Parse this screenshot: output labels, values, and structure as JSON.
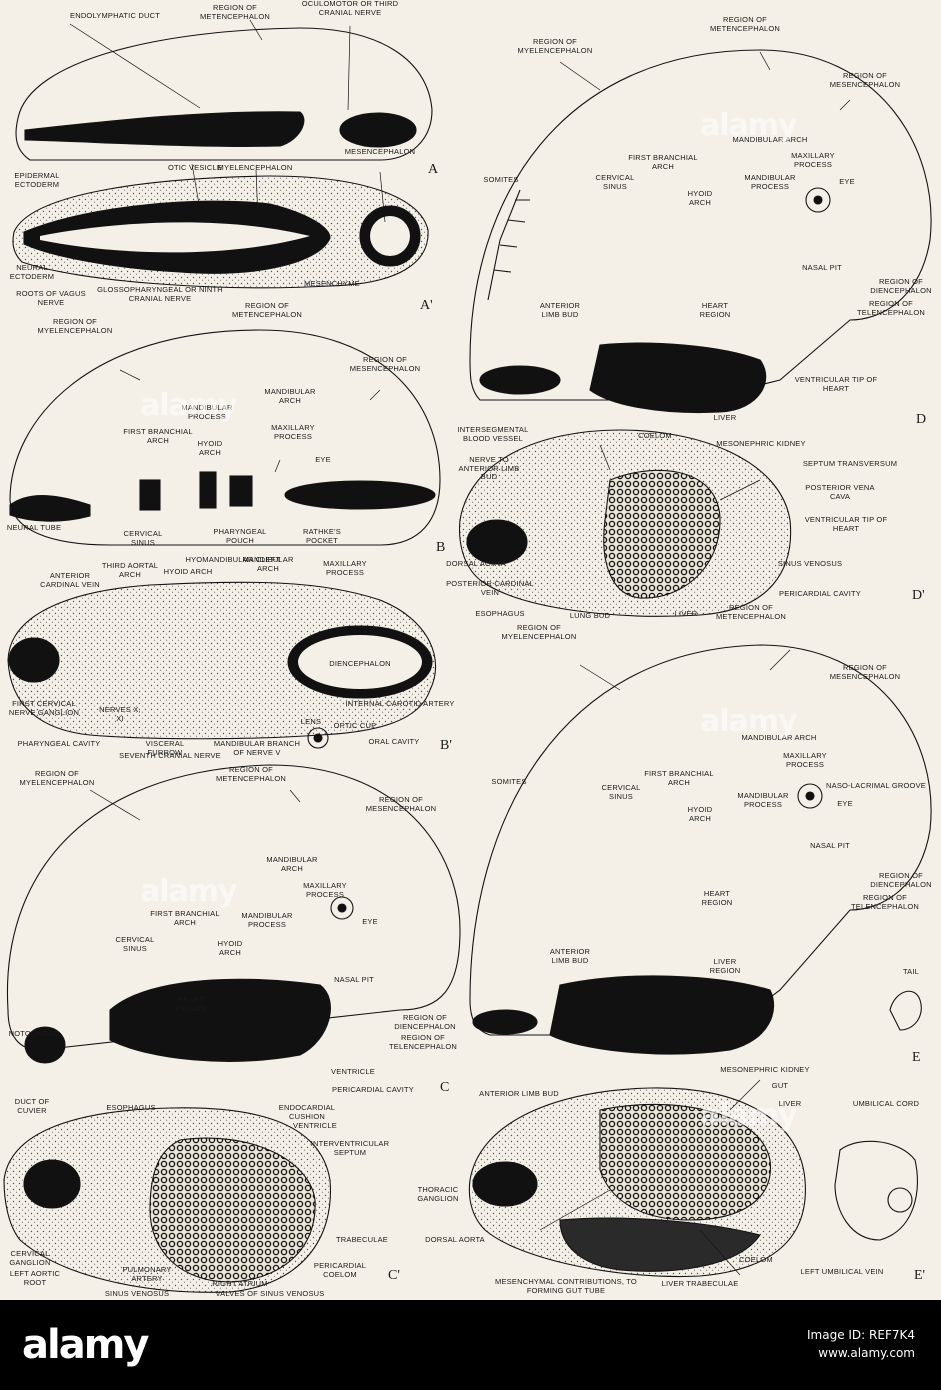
{
  "panels": {
    "A": "A",
    "A_prime": "A'",
    "B": "B",
    "B_prime": "B'",
    "C": "C",
    "C_prime": "C'",
    "D": "D",
    "D_prime": "D'",
    "E": "E",
    "E_prime": "E'"
  },
  "labels": {
    "a_endolymphatic_duct": "ENDOLYMPHATIC DUCT",
    "a_region_metencephalon": "REGION OF METENCEPHALON",
    "a_oculomotor": "OCULOMOTOR OR THIRD CRANIAL NERVE",
    "a_myelencephalon": "MYELENCEPHALON",
    "a_mesencephalon": "MESENCEPHALON",
    "ap_otic_vesicle": "OTIC VESICLE",
    "ap_epidermal_ectoderm": "EPIDERMAL ECTODERM",
    "ap_neural_ectoderm": "NEURAL ECTODERM",
    "ap_roots_vagus": "ROOTS OF VAGUS NERVE",
    "ap_glossopharyngeal": "GLOSSOPHARYNGEAL OR NINTH CRANIAL NERVE",
    "ap_mesenchyme": "MESENCHYME",
    "ap_region_metencephalon": "REGION OF METENCEPHALON",
    "b_region_myelencephalon": "REGION OF MYELENCEPHALON",
    "b_region_mesencephalon": "REGION OF MESENCEPHALON",
    "b_mandibular_arch": "MANDIBULAR ARCH",
    "b_mandibular_process": "MANDIBULAR PROCESS",
    "b_maxillary_process": "MAXILLARY PROCESS",
    "b_first_branchial": "FIRST BRANCHIAL ARCH",
    "b_hyoid_arch": "HYOID ARCH",
    "b_eye": "EYE",
    "b_neural_tube": "NEURAL TUBE",
    "b_cervical_sinus": "CERVICAL SINUS",
    "b_pharyngeal_pouch": "PHARYNGEAL POUCH",
    "b_rathkes_pocket": "RATHKE'S POCKET",
    "bp_hyomandibular": "HYOMANDIBULAR CLEFT",
    "bp_third_aortal": "THIRD AORTAL ARCH",
    "bp_hyoid_arch": "HYOID ARCH",
    "bp_mandibular_arch": "MANDIBULAR ARCH",
    "bp_maxillary_process": "MAXILLARY PROCESS",
    "bp_anterior_cardinal": "ANTERIOR CARDINAL VEIN",
    "bp_diencephalon": "DIENCEPHALON",
    "bp_first_cervical": "FIRST CERVICAL NERVE GANGLION",
    "bp_nerves": "NERVES X, XI",
    "bp_internal_carotid": "INTERNAL CAROTID ARTERY",
    "bp_optic_cup": "OPTIC CUP",
    "bp_lens": "LENS",
    "bp_oral_cavity": "ORAL CAVITY",
    "bp_visceral_furrow": "VISCERAL FURROW",
    "bp_mandibular_branch": "MANDIBULAR BRANCH OF NERVE V",
    "bp_pharyngeal_cavity": "PHARYNGEAL CAVITY",
    "bp_seventh_cranial": "SEVENTH CRANIAL NERVE",
    "c_region_myelencephalon": "REGION OF MYELENCEPHALON",
    "c_region_metencephalon": "REGION OF METENCEPHALON",
    "c_region_mesencephalon": "REGION OF MESENCEPHALON",
    "c_mandibular_arch": "MANDIBULAR ARCH",
    "c_maxillary_process": "MAXILLARY PROCESS",
    "c_first_branchial": "FIRST BRANCHIAL ARCH",
    "c_mandibular_process": "MANDIBULAR PROCESS",
    "c_eye": "EYE",
    "c_cervical_sinus": "CERVICAL SINUS",
    "c_hyoid_arch": "HYOID ARCH",
    "c_nasal_pit": "NASAL PIT",
    "c_heart_region": "HEART REGION",
    "c_region_diencephalon": "REGION OF DIENCEPHALON",
    "c_region_telencephalon": "REGION OF TELENCEPHALON",
    "c_notochord": "NOTOCHORD",
    "c_ventricle": "VENTRICLE",
    "c_pericardial_cavity": "PERICARDIAL CAVITY",
    "cp_duct_cuvier": "DUCT OF CUVIER",
    "cp_esophagus": "ESOPHAGUS",
    "cp_endocardial": "ENDOCARDIAL CUSHION",
    "cp_ventricle": "VENTRICLE",
    "cp_interventricular": "INTERVENTRICULAR SEPTUM",
    "cp_cervical_ganglion": "CERVICAL GANGLION",
    "cp_left_aortic": "LEFT AORTIC ROOT",
    "cp_pulmonary": "PULMONARY ARTERY",
    "cp_right_atrium": "RIGHT ATRIUM",
    "cp_trabeculae": "TRABECULAE",
    "cp_pericardial_coelom": "PERICARDIAL COELOM",
    "cp_sinus_venosus": "SINUS VENOSUS",
    "cp_valves": "VALVES OF SINUS VENOSUS",
    "d_region_metencephalon": "REGION OF METENCEPHALON",
    "d_region_myelencephalon": "REGION OF MYELENCEPHALON",
    "d_region_mesencephalon": "REGION OF MESENCEPHALON",
    "d_mandibular_arch": "MANDIBULAR ARCH",
    "d_maxillary_process": "MAXILLARY PROCESS",
    "d_first_branchial": "FIRST BRANCHIAL ARCH",
    "d_cervical_sinus": "CERVICAL SINUS",
    "d_mandibular_process": "MANDIBULAR PROCESS",
    "d_eye": "EYE",
    "d_hyoid_arch": "HYOID ARCH",
    "d_somites": "SOMITES",
    "d_nasal_pit": "NASAL PIT",
    "d_region_diencephalon": "REGION OF DIENCEPHALON",
    "d_region_telencephalon": "REGION OF TELENCEPHALON",
    "d_heart_region": "HEART REGION",
    "d_anterior_limb": "ANTERIOR LIMB BUD",
    "d_ventricular_tip": "VENTRICULAR TIP OF HEART",
    "d_liver": "LIVER",
    "dp_intersegmental": "INTERSEGMENTAL BLOOD VESSEL",
    "dp_coelom": "COELOM",
    "dp_mesonephric": "MESONEPHRIC KIDNEY",
    "dp_nerve_anterior": "NERVE TO ANTERIOR LIMB BUD",
    "dp_septum": "SEPTUM TRANSVERSUM",
    "dp_posterior_vena": "POSTERIOR VENA CAVA",
    "dp_ventricular_tip": "VENTRICULAR TIP OF HEART",
    "dp_dorsal_aorta": "DORSAL AORTA",
    "dp_posterior_cardinal": "POSTERIOR CARDINAL VEIN",
    "dp_sinus_venosus": "SINUS VENOSUS",
    "dp_pericardial_cavity": "PERICARDIAL CAVITY",
    "dp_esophagus": "ESOPHAGUS",
    "dp_lung_bud": "LUNG BUD",
    "dp_liver": "LIVER",
    "e_region_metencephalon": "REGION OF METENCEPHALON",
    "e_region_myelencephalon": "REGION OF MYELENCEPHALON",
    "e_region_mesencephalon": "REGION OF MESENCEPHALON",
    "e_mandibular_arch": "MANDIBULAR ARCH",
    "e_maxillary_process": "MAXILLARY PROCESS",
    "e_first_branchial": "FIRST BRANCHIAL ARCH",
    "e_naso_lacrimal": "NASO-LACRIMAL GROOVE",
    "e_cervical_sinus": "CERVICAL SINUS",
    "e_mandibular_process": "MANDIBULAR PROCESS",
    "e_eye": "EYE",
    "e_hyoid_arch": "HYOID ARCH",
    "e_somites": "SOMITES",
    "e_nasal_pit": "NASAL PIT",
    "e_region_diencephalon": "REGION OF DIENCEPHALON",
    "e_region_telencephalon": "REGION OF TELENCEPHALON",
    "e_heart_region": "HEART REGION",
    "e_anterior_limb": "ANTERIOR LIMB BUD",
    "e_liver_region": "LIVER REGION",
    "e_tail": "TAIL",
    "ep_mesonephric": "MESONEPHRIC KIDNEY",
    "ep_gut": "GUT",
    "ep_anterior_limb": "ANTERIOR LIMB BUD",
    "ep_liver": "LIVER",
    "ep_umbilical_cord": "UMBILICAL CORD",
    "ep_thoracic": "THORACIC GANGLION",
    "ep_dorsal_aorta": "DORSAL AORTA",
    "ep_coelom": "COELOM",
    "ep_left_umbilical": "LEFT UMBILICAL VEIN",
    "ep_liver_trabeculae": "LIVER TRABECULAE",
    "ep_mesenchymal": "MESENCHYMAL CONTRIBUTIONS, TO FORMING GUT TUBE"
  },
  "watermarks": [
    "alamy",
    "alamy",
    "alamy",
    "alamy",
    "alamy"
  ],
  "footer": {
    "brand": "alamy",
    "image_id": "Image ID: REF7K4",
    "site": "www.alamy.com"
  },
  "colors": {
    "paper": "#f4f0e7",
    "ink": "#141414",
    "footer_bg": "#000000"
  }
}
